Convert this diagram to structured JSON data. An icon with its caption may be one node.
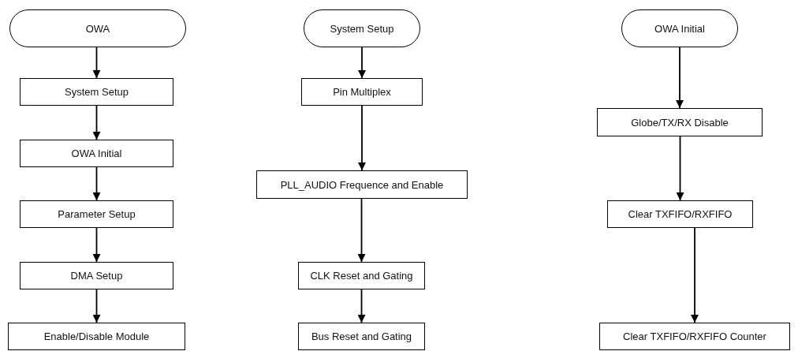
{
  "diagram": {
    "nodes": [
      {
        "text": [
          "OWA"
        ]
      },
      {
        "text": [
          "System Setup"
        ]
      },
      {
        "text": [
          "OWA Initial"
        ]
      },
      {
        "text": [
          "Parameter Setup"
        ]
      },
      {
        "text": [
          "DMA Setup"
        ]
      },
      {
        "text": [
          "Enable/Disable Module"
        ]
      },
      {
        "text": [
          "System Setup"
        ]
      },
      {
        "text": [
          "Pin Multiplex"
        ]
      },
      {
        "text": [
          "PLL_AUDIO Frequence and Enable"
        ]
      },
      {
        "text": [
          "CLK Reset and Gating"
        ]
      },
      {
        "text": [
          "Bus Reset and Gating"
        ]
      },
      {
        "text": [
          "OWA Initial"
        ]
      },
      {
        "text": [
          "Globe/TX/RX Disable"
        ]
      },
      {
        "text": [
          "Clear TXFIFO/RXFIFO"
        ]
      },
      {
        "text": [
          "Clear TXFIFO/RXFIFO Counter"
        ]
      }
    ],
    "edges": [
      {
        "from": 0,
        "to": 1,
        "arrow": "to"
      },
      {
        "from": 1,
        "to": 2,
        "arrow": "to"
      },
      {
        "from": 2,
        "to": 3,
        "arrow": "to"
      },
      {
        "from": 3,
        "to": 4,
        "arrow": "to"
      },
      {
        "from": 4,
        "to": 5,
        "arrow": "to"
      },
      {
        "from": 6,
        "to": 7,
        "arrow": "to"
      },
      {
        "from": 7,
        "to": 8,
        "arrow": "to"
      },
      {
        "from": 8,
        "to": 9,
        "arrow": "to"
      },
      {
        "from": 9,
        "to": 10,
        "arrow": "to"
      },
      {
        "from": 11,
        "to": 12,
        "arrow": "to"
      },
      {
        "from": 12,
        "to": 13,
        "arrow": "to"
      },
      {
        "from": 13,
        "to": 14,
        "arrow": "to"
      }
    ]
  }
}
